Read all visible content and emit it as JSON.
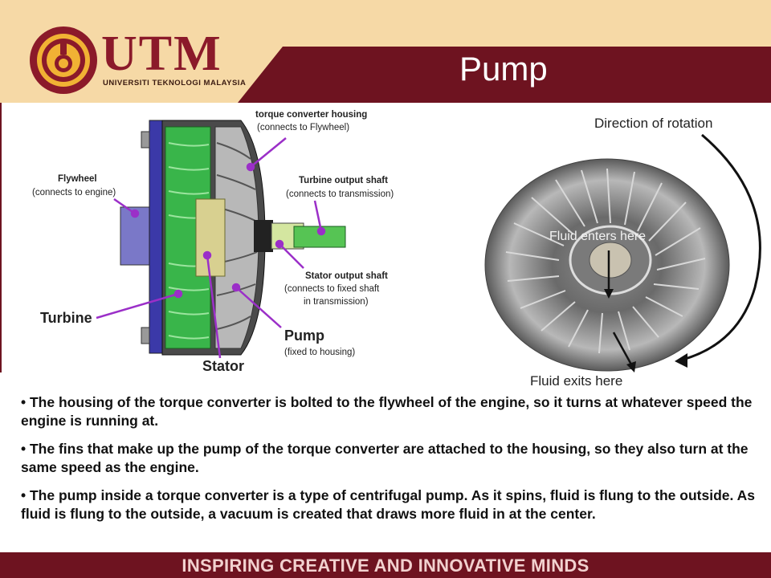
{
  "slide": {
    "title": "Pump",
    "brand": {
      "name": "UTM",
      "subtitle": "UNIVERSITI TEKNOLOGI MALAYSIA",
      "logo_icon": "utm-crest-icon"
    },
    "footer": "INSPIRING CREATIVE AND INNOVATIVE MINDS"
  },
  "left_diagram": {
    "labels": {
      "housing_title": "torque converter housing",
      "housing_sub": "(connects to Flywheel)",
      "flywheel_title": "Flywheel",
      "flywheel_sub": "(connects to engine)",
      "turbine_shaft_title": "Turbine output shaft",
      "turbine_shaft_sub": "(connects to transmission)",
      "stator_shaft_title": "Stator output shaft",
      "stator_shaft_sub1": "(connects to fixed shaft",
      "stator_shaft_sub2": "in transmission)",
      "turbine": "Turbine",
      "pump": "Pump",
      "pump_sub": "(fixed to housing)",
      "stator": "Stator"
    }
  },
  "right_diagram": {
    "labels": {
      "rotation": "Direction of rotation",
      "enters": "Fluid enters here",
      "exits": "Fluid exits here"
    }
  },
  "bullets": [
    "• The housing of the torque converter is bolted to the flywheel of the engine, so it turns at whatever speed the engine is running at.",
    "• The fins that make up the pump of the torque converter are attached to the housing, so they also turn at the same speed as the engine.",
    "• The pump inside a torque converter is a type of centrifugal pump. As it spins, fluid is flung to the outside. As fluid is flung to the outside, a vacuum is created that draws more fluid in at the center."
  ]
}
